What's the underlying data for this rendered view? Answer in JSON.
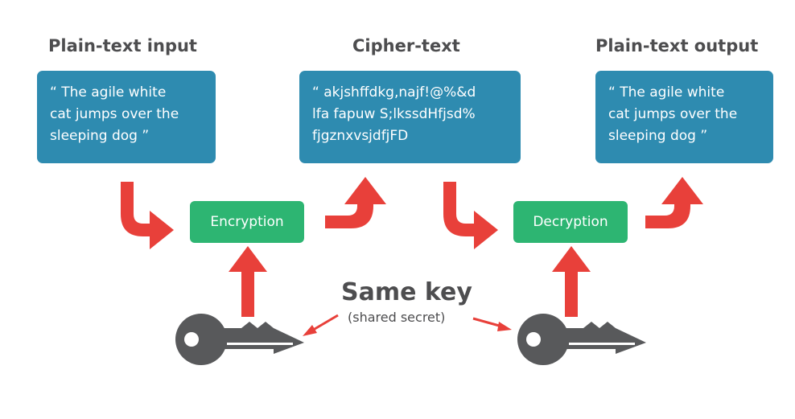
{
  "columns": [
    {
      "title": "Plain-text input",
      "lines": [
        "“ The agile white",
        "cat jumps over the",
        "sleeping dog ”"
      ]
    },
    {
      "title": "Cipher-text",
      "lines": [
        "“ akjshffdkg,najf!@%&d",
        "lfa fapuw S;lkssdHfjsd%",
        "fjgznxvsjdfjFD"
      ]
    },
    {
      "title": "Plain-text output",
      "lines": [
        "“ The agile white",
        "cat jumps over the",
        "sleeping dog ”"
      ]
    }
  ],
  "processes": {
    "encryption": "Encryption",
    "decryption": "Decryption"
  },
  "key": {
    "label": "Same key",
    "sublabel": "(shared secret)"
  },
  "colors": {
    "box": "#2e8bb0",
    "process": "#2db572",
    "arrow": "#e8403a",
    "key": "#58595b",
    "text_dark": "#4d4d4f"
  }
}
